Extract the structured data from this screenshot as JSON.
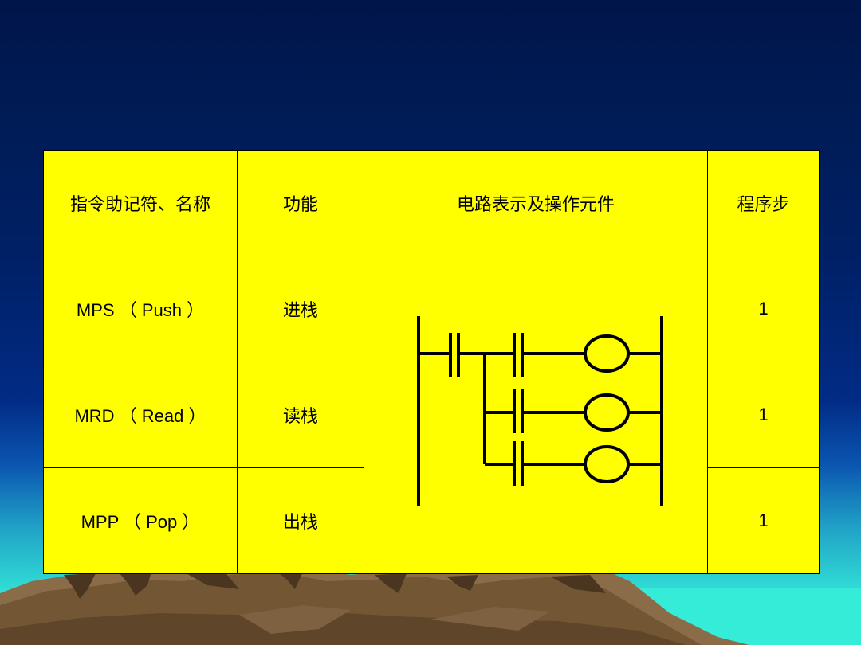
{
  "table": {
    "headers": [
      "指令助记符、名称",
      "功能",
      "电路表示及操作元件",
      "程序步"
    ],
    "rows": [
      {
        "mnemonic": "MPS （ Push ）",
        "function": "进栈",
        "steps": "1"
      },
      {
        "mnemonic": "MRD （ Read ）",
        "function": "读栈",
        "steps": "1"
      },
      {
        "mnemonic": "MPP （ Pop ）",
        "function": "出栈",
        "steps": "1"
      }
    ]
  },
  "colors": {
    "table_background": "#ffff00",
    "border": "#000000",
    "mountain": "#6e5436",
    "sea": "#34ecd8"
  },
  "ladder_diagram": {
    "elements": [
      "left-power-rail",
      "contact",
      "branch-contact-1",
      "branch-contact-2",
      "branch-contact-3",
      "output-coil-1",
      "output-coil-2",
      "output-coil-3",
      "right-power-rail"
    ]
  }
}
